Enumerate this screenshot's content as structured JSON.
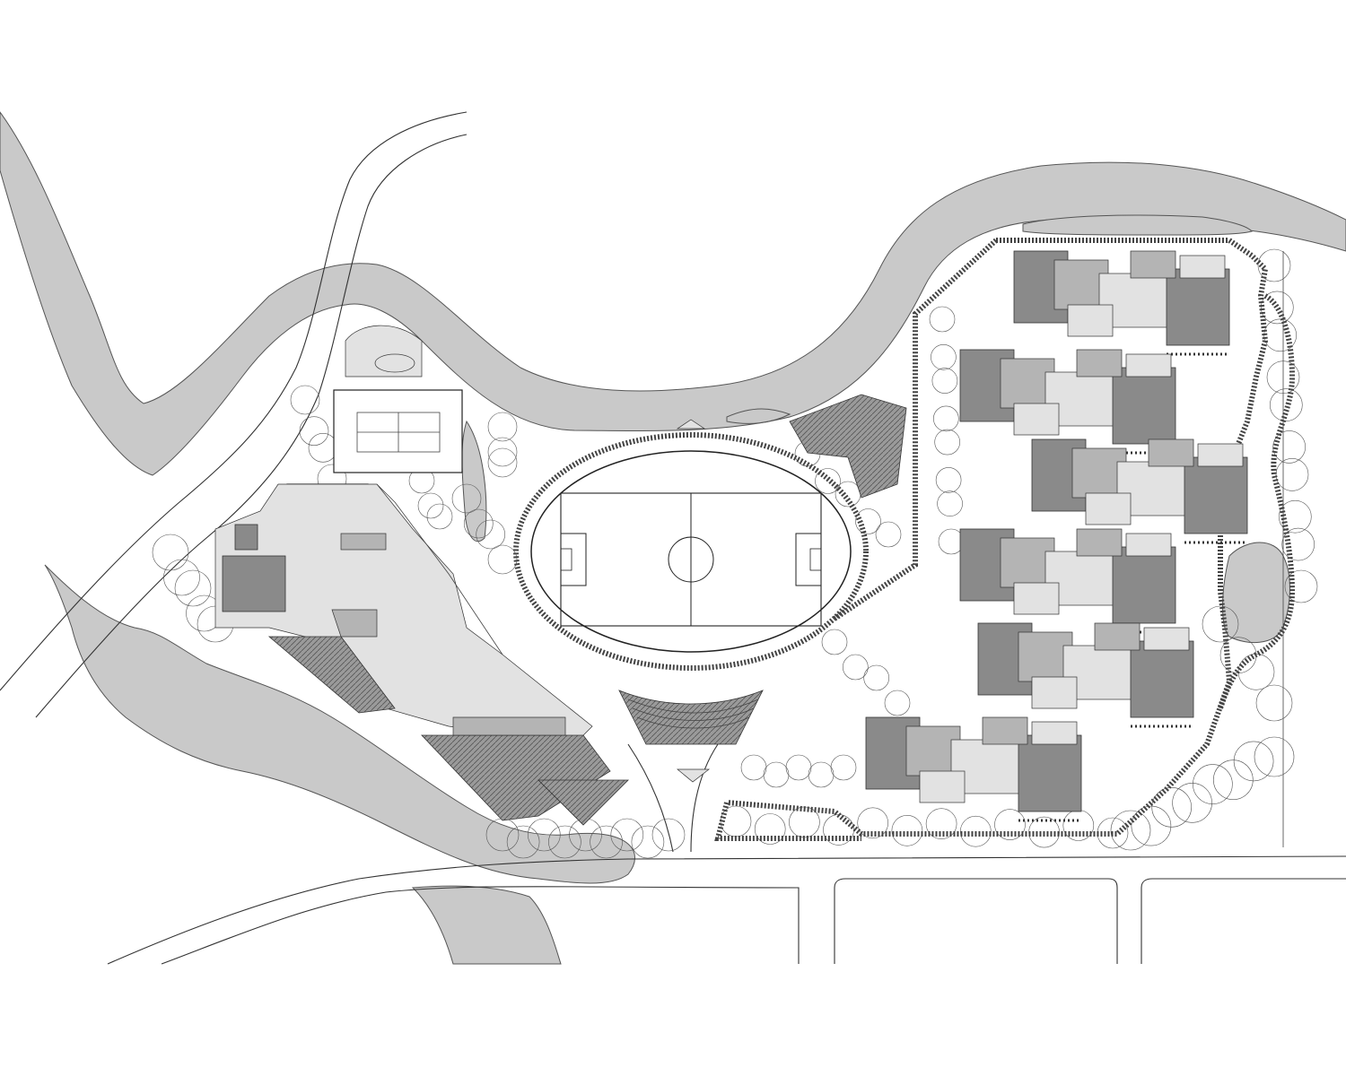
{
  "map": {
    "type": "site-plan",
    "colors": {
      "background": "#ffffff",
      "water": "#c9c9c9",
      "building_dark": "#8a8a8a",
      "building_mid": "#b4b4b4",
      "building_light": "#e2e2e2",
      "linework": "#333333"
    },
    "features": [
      "river",
      "football-pitch-stadium",
      "tennis-courts",
      "villa-row",
      "roads",
      "trees"
    ]
  }
}
